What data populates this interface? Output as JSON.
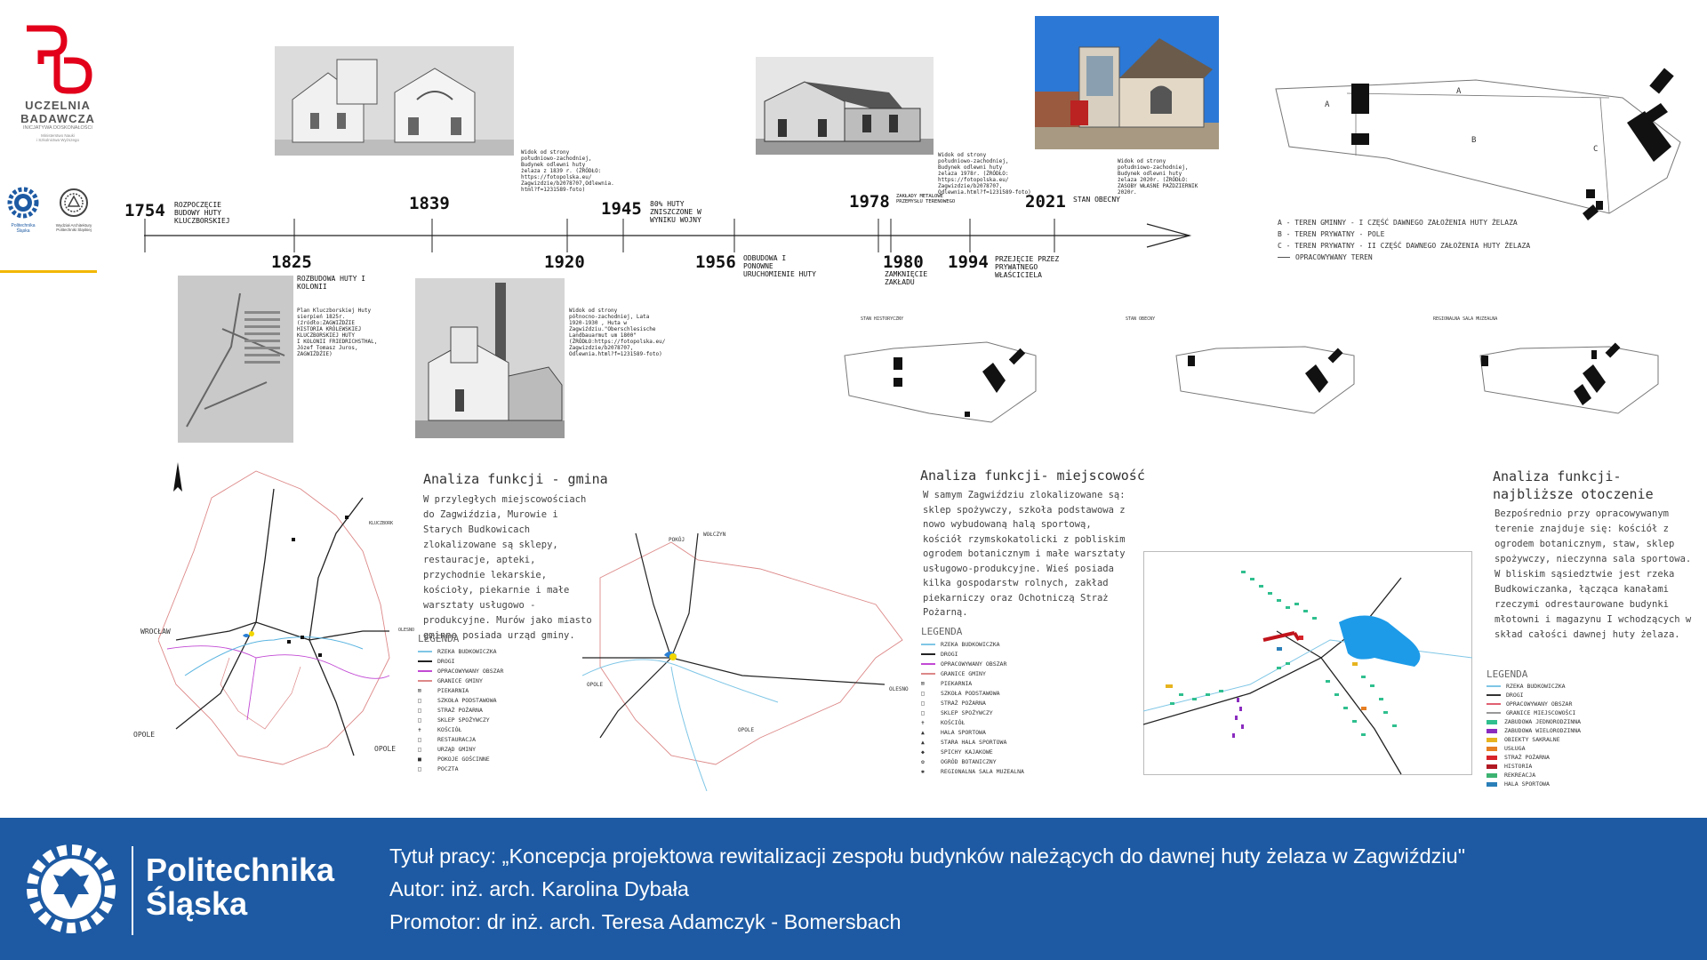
{
  "logos": {
    "ub_line1": "UCZELNIA",
    "ub_line2": "BADAWCZA",
    "ub_line3": "INICJATYWA DOSKONAŁOŚCI",
    "ub_line4": "Ministerstwo Nauki\ni Szkolnictwa Wyższego",
    "ps_small": "Politechnika\nŚląska",
    "wa_small": "Wydział Architektury\nPolitechniki Śląskiej"
  },
  "timeline": {
    "years": {
      "y1754": "1754",
      "y1825": "1825",
      "y1839": "1839",
      "y1920": "1920",
      "y1945": "1945",
      "y1956": "1956",
      "y1978": "1978",
      "y1980": "1980",
      "y1994": "1994",
      "y2021": "2021"
    },
    "events": {
      "e1754": "ROZPOCZĘCIE\nBUDOWY HUTY\nKLUCZBORSKIEJ",
      "e1825": "ROZBUDOWA HUTY I\nKOLONII",
      "e1945": "80% HUTY\nZNISZCZONE W\nWYNIKU WOJNY",
      "e1956": "ODBUDOWA I\nPONOWNE\nURUCHOMIENIE HUTY",
      "e1978": "ZAKŁADY METALOWE\nPRZEMYSŁU TERENOWEGO",
      "e1980": "ZAMKNIĘCIE\nZAKŁADU",
      "e1994": "PRZEJĘCIE PRZEZ\nPRYWATNEGO\nWŁAŚCICIELA",
      "e2021": "STAN OBECNY"
    },
    "captions": {
      "c1839": "Widok od strony\npołudniowo-zachodniej,\nBudynek odlewni huty\nżelaza z 1839 r. (ŹRÓDŁO:\nhttps://fotopolska.eu/\nZagwizdzie/b2078707,Odlewnia.\nhtml?f=1231589-foto)",
      "c1825": "Plan Kluczborskiej Huty\nsierpień 1825r.\n(źródło:ZAGWIŹDŹIE\nHISTORIA KRÓLEWSKIEJ\nKLUCZBORSKIEJ HUTY\nI KOLONII FRIEDRICHSTHAL,\nJózef Tomasz Juros,\nZAGWIŹDŹIE)",
      "c1920": "Widok od strony\npółnocno-zachodniej, Lata\n1920-1930 , Huta w\nZagwiździu.\"Oberschlesische\nLandbauarmut um 1800\"\n(ŹRÓDŁO:https://fotopolska.eu/\nZagwizdzie/b2078707,\nOdlewnia.html?f=1231589-foto)",
      "c1978": "Widok od strony\npołudniowo-zachodniej,\nBudynek odlewni huty\nżelaza 1978r. (ŹRÓDŁO:\nhttps://fotopolska.eu/\nZagwizdzie/b2078707,\nOdlewnia.html?f=1231589-foto)",
      "c2021": "Widok od strony\npołudniowo-zachodniej,\nBudynek odlewni huty\nżelaza 2020r. (ŹRÓDŁO:\nZASOBY WŁASNE PAŹDZIERNIK\n2020r."
    }
  },
  "siteplan": {
    "labels": {
      "a1": "A",
      "a2": "A",
      "b": "B",
      "c": "C"
    },
    "legend": [
      "A - TEREN GMINNY - I CZĘŚĆ DAWNEGO ZAŁOŻENIA HUTY ŻELAZA",
      "B - TEREN PRYWATNY - POLE",
      "C - TEREN PRYWATNY - II CZĘŚĆ DAWNEGO ZAŁOŻENIA HUTY ŻELAZA",
      "OPRACOWYWANY TEREN"
    ]
  },
  "small_plans": {
    "p1_title": "STAN HISTORYCZNY",
    "p2_title": "STAN OBECNY",
    "p3_title": "REGIONALNA SALA MUZEALNA"
  },
  "gmina": {
    "title": "Analiza funkcji - gmina",
    "body": "W przyległych miejscowościach do Zagwiździa, Murowie i Starych Budkowicach zlokalizowane są sklepy, restauracje, apteki, przychodnie lekarskie, kościoły, piekarnie i małe warsztaty usługowo - produkcyjne. Murów jako miasto gminne posiada urząd gminy.",
    "places": {
      "wroclaw": "WROCŁAW",
      "opole1": "OPOLE",
      "opole2": "OPOLE",
      "kluczbork": "KLUCZBORK",
      "olesno": "OLESNO"
    },
    "legend_title": "LEGENDA",
    "legend": [
      "RZEKA BUDKOWICZKA",
      "DROGI",
      "OPRACOWYWANY OBSZAR",
      "GRANICE GMINY",
      "PIEKARNIA",
      "SZKOŁA PODSTAWOWA",
      "STRAŻ POŻARNA",
      "SKLEP SPOŻYWCZY",
      "KOŚCIÓŁ",
      "RESTAURACJA",
      "URZĄD GMINY",
      "POKOJE GOŚCINNE",
      "POCZTA"
    ]
  },
  "miejscowosc": {
    "title": "Analiza funkcji- miejscowość",
    "body": "W samym Zagwiździu zlokalizowane są: sklep spożywczy, szkoła podstawowa z nowo wybudowaną halą sportową, kościół rzymskokatolicki z pobliskim ogrodem botanicznym i małe warsztaty usługowo-produkcyjne. Wieś posiada kilka gospodarstw rolnych, zakład piekarniczy oraz Ochotniczą Straż Pożarną.",
    "places": {
      "pokoj": "POKÓJ",
      "wolczyn": "WOŁCZYN",
      "opole": "OPOLE",
      "olesno": "OLESNO",
      "opole2": "OPOLE"
    },
    "legend_title": "LEGENDA",
    "legend": [
      "RZEKA BUDKOWICZKA",
      "DROGI",
      "OPRACOWYWANY OBSZAR",
      "GRANICE GMINY",
      "PIEKARNIA",
      "SZKOŁA PODSTAWOWA",
      "STRAŻ POŻARNA",
      "SKLEP SPOŻYWCZY",
      "KOŚCIÓŁ",
      "HALA SPORTOWA",
      "STARA HALA SPORTOWA",
      "SPICHY KAJAKOWE",
      "OGRÓD BOTANICZNY",
      "REGIONALNA SALA MUZEALNA"
    ]
  },
  "otoczenie": {
    "title": "Analiza funkcji- najbliższe otoczenie",
    "body": "Bezpośrednio przy opracowywanym terenie znajduje się: kościół z ogrodem botanicznym, staw, sklep spożywczy, nieczynna sala sportowa. W bliskim sąsiedztwie jest rzeka Budkowiczanka, łącząca kanałami rzeczymi odrestaurowane budynki młotowni i magazynu I wchodzących w skład całości dawnej huty żelaza.",
    "legend_title": "LEGENDA",
    "legend": [
      {
        "label": "RZEKA BUDKOWICZKA",
        "color": "#7fc6e6"
      },
      {
        "label": "DROGI",
        "color": "#333333"
      },
      {
        "label": "OPRACOWYWANY OBSZAR",
        "color": "#e06070"
      },
      {
        "label": "GRANICE MIEJSCOWOŚCI",
        "color": "#999999"
      },
      {
        "label": "ZABUDOWA JEDNORODZINNA",
        "color": "#2fbf8f"
      },
      {
        "label": "ZABUDOWA WIELORODZINNA",
        "color": "#8a2bbf"
      },
      {
        "label": "OBIEKTY SAKRALNE",
        "color": "#e7b41f"
      },
      {
        "label": "USŁUGA",
        "color": "#e67e22"
      },
      {
        "label": "STRAŻ POŻARNA",
        "color": "#d8232a"
      },
      {
        "label": "HISTORIA",
        "color": "#b01822"
      },
      {
        "label": "REKREACJA",
        "color": "#3cb371"
      },
      {
        "label": "HALA SPORTOWA",
        "color": "#2a7fb8"
      }
    ]
  },
  "footer": {
    "brand_line1": "Politechnika",
    "brand_line2": "Śląska",
    "title": "Tytuł pracy: „Koncepcja projektowa rewitalizacji zespołu budynków należących do dawnej huty żelaza w Zagwiździu\"",
    "author": "Autor: inż. arch. Karolina Dybała",
    "promotor": "Promotor: dr inż. arch. Teresa Adamczyk - Bomersbach"
  },
  "colors": {
    "footer_bg": "#1d5aa3",
    "ub_red": "#e2001a",
    "accent_yellow": "#f2b700"
  }
}
